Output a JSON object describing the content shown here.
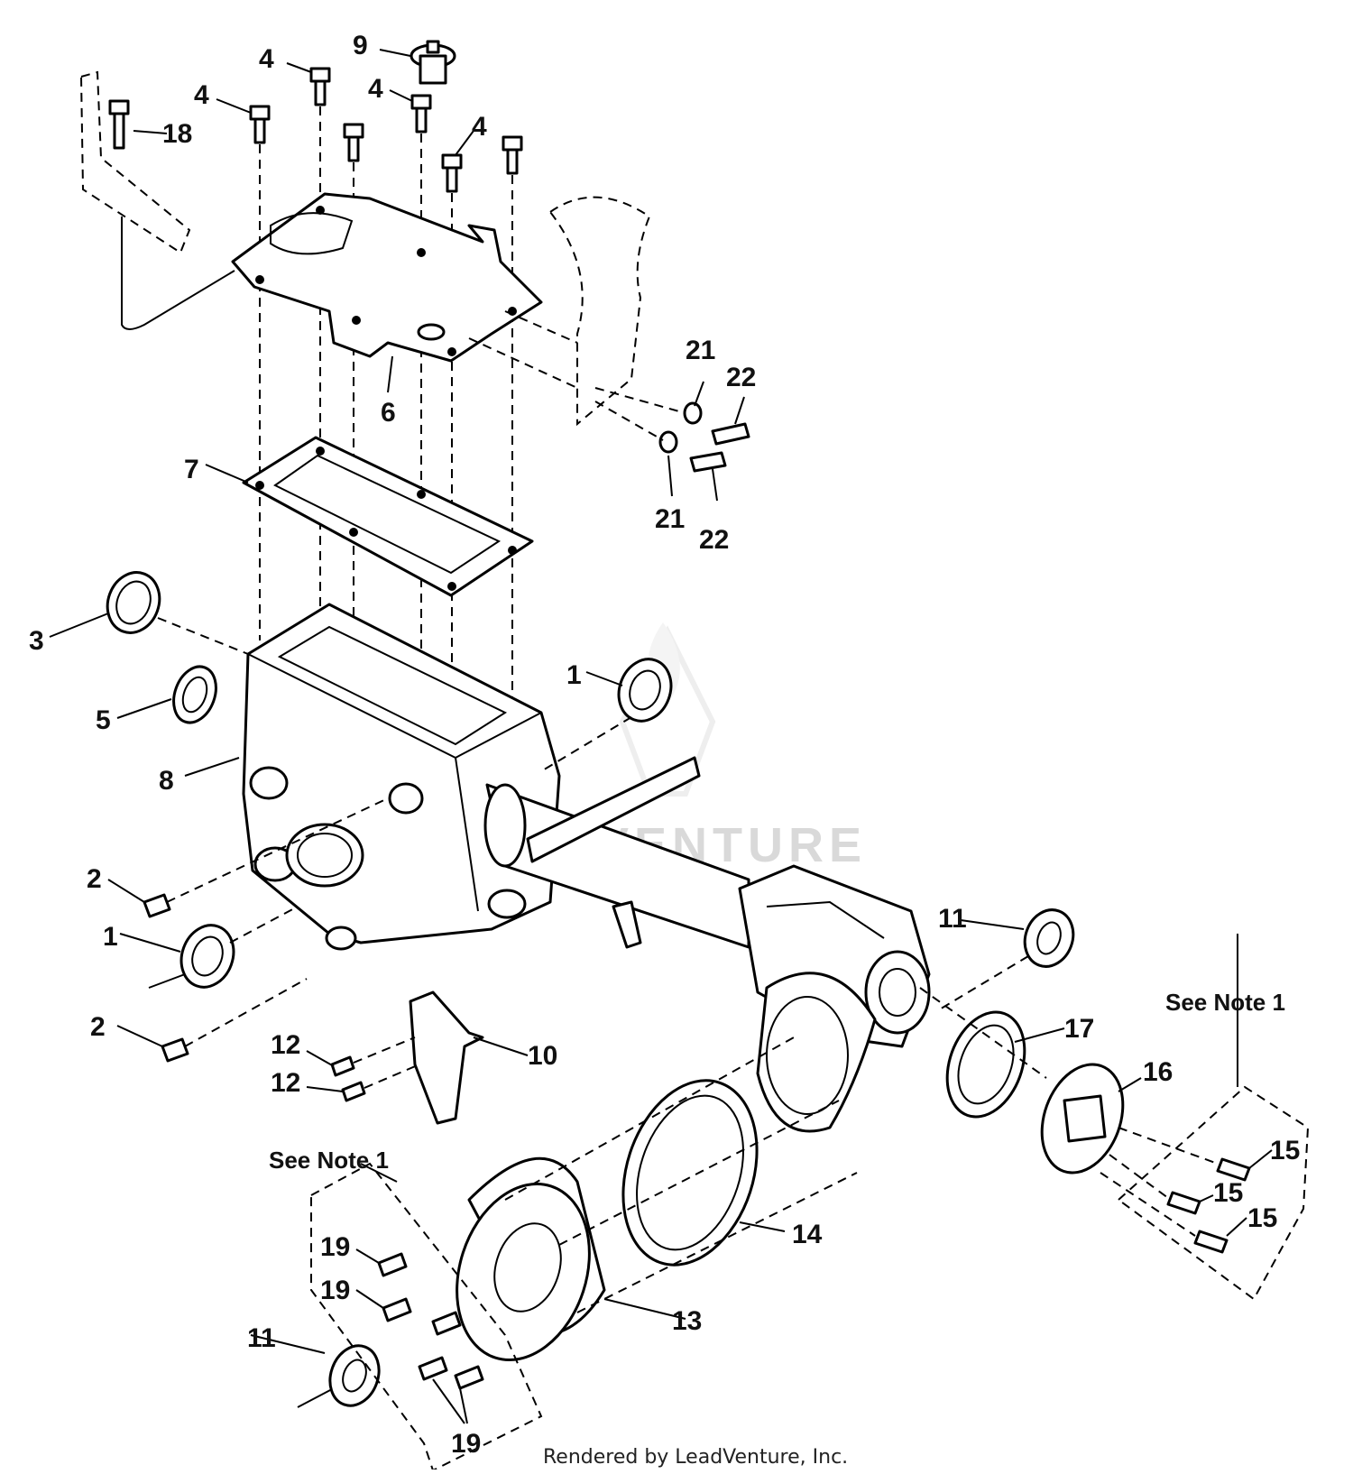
{
  "callouts": {
    "c1a": "1",
    "c1b": "1",
    "c2a": "2",
    "c2b": "2",
    "c3": "3",
    "c4a": "4",
    "c4b": "4",
    "c4c": "4",
    "c4d": "4",
    "c5": "5",
    "c6": "6",
    "c7": "7",
    "c8": "8",
    "c9": "9",
    "c10": "10",
    "c11a": "11",
    "c11b": "11",
    "c12a": "12",
    "c12b": "12",
    "c13": "13",
    "c14": "14",
    "c15a": "15",
    "c15b": "15",
    "c15c": "15",
    "c16": "16",
    "c17": "17",
    "c18": "18",
    "c19a": "19",
    "c19b": "19",
    "c19c": "19",
    "c21a": "21",
    "c21b": "21",
    "c22a": "22",
    "c22b": "22"
  },
  "notes": {
    "right": "See Note 1",
    "left": "See Note 1"
  },
  "watermark": "LEADVENTURE",
  "footer": "Rendered by LeadVenture, Inc."
}
